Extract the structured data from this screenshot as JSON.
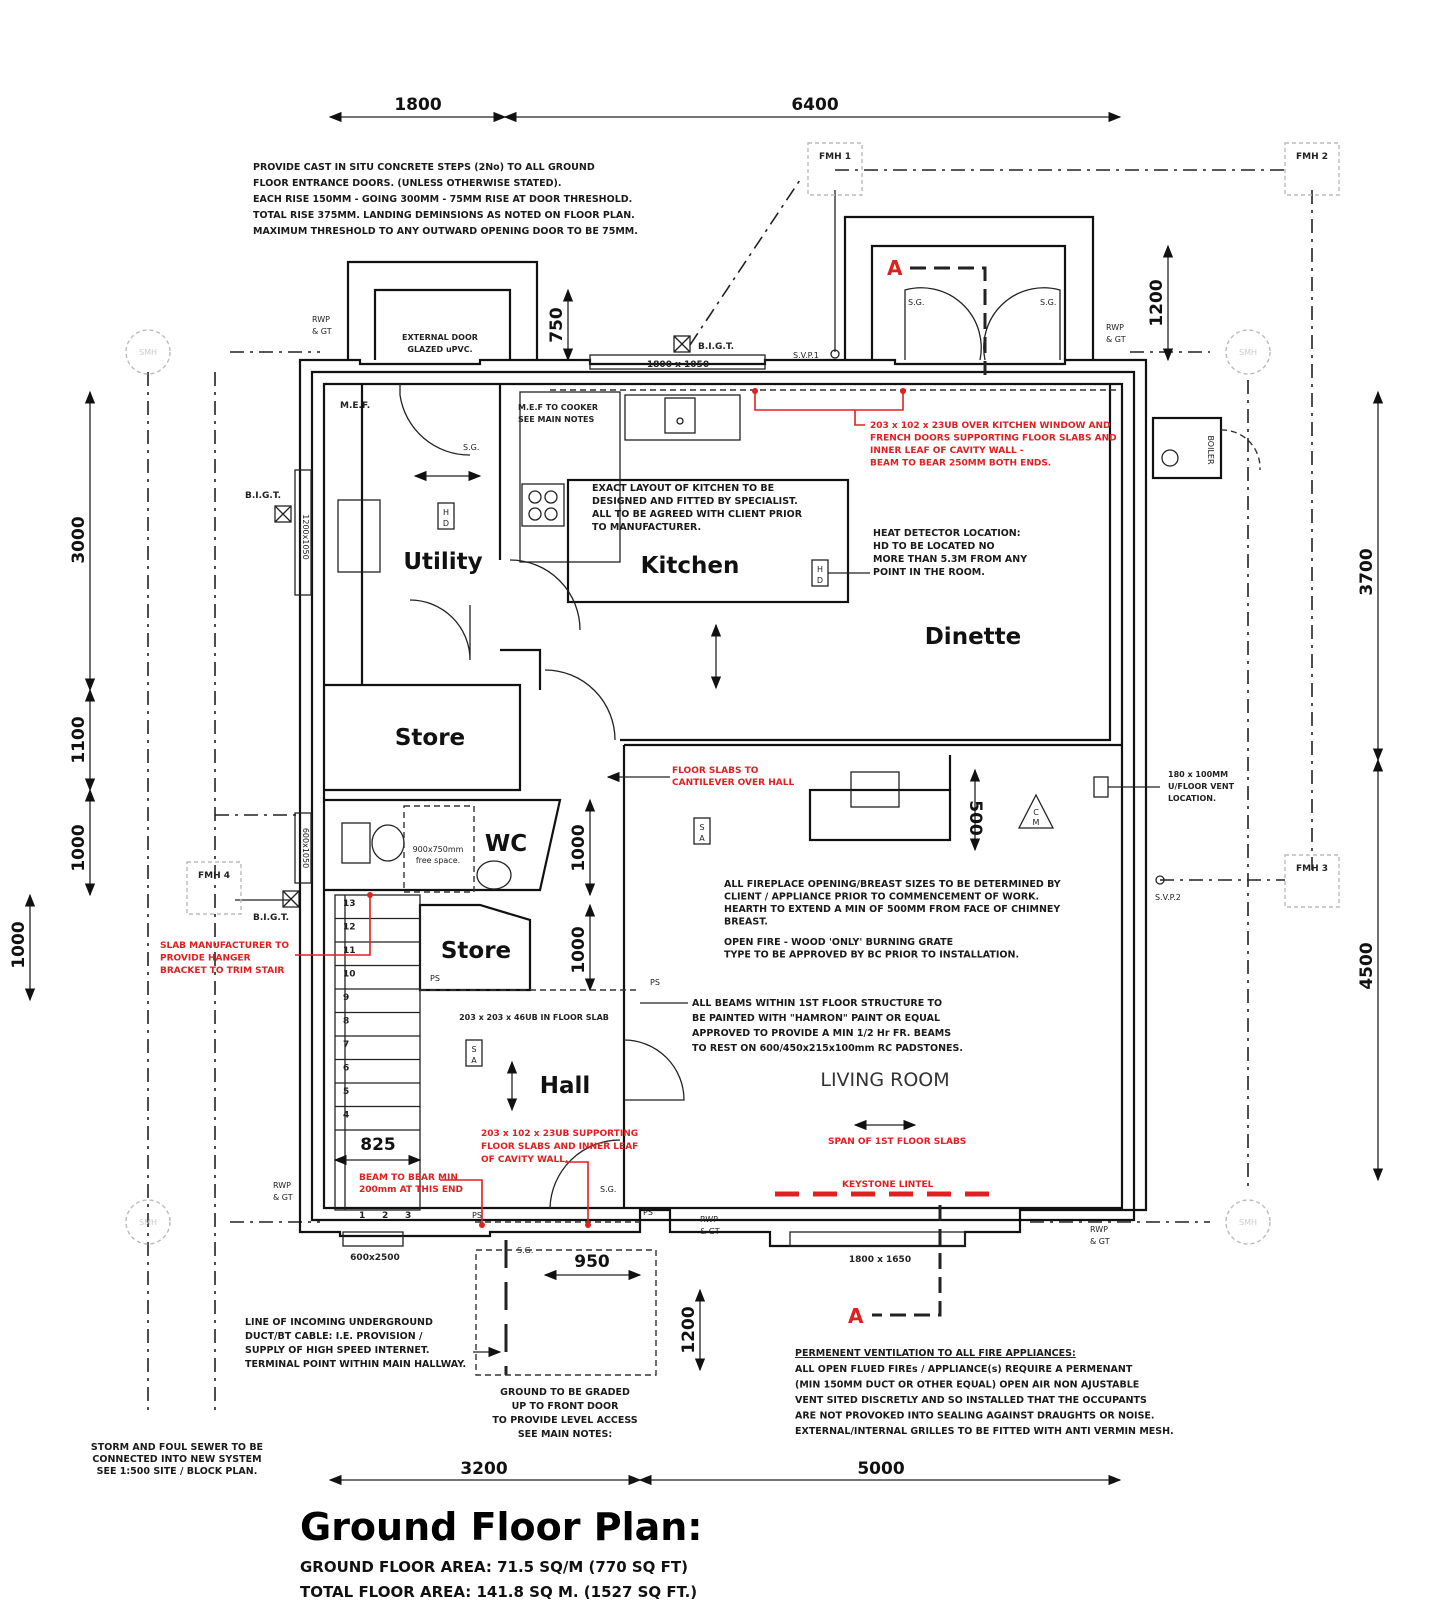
{
  "title": "Ground Floor Plan:",
  "areas": {
    "ground_floor": "GROUND FLOOR AREA: 71.5 SQ/M (770 SQ FT)",
    "total_floor": "TOTAL FLOOR AREA: 141.8 SQ M. (1527 SQ FT.)"
  },
  "rooms": {
    "utility": "Utility",
    "kitchen": "Kitchen",
    "dinette": "Dinette",
    "store_upper": "Store",
    "wc": "WC",
    "store_lower": "Store",
    "hall": "Hall",
    "living_room": "LIVING ROOM"
  },
  "dimensions": {
    "top_left": "1800",
    "top_right": "6400",
    "left_3000": "3000",
    "left_1100": "1100",
    "left_1000_inner": "1000",
    "left_1000_outer": "1000",
    "right_3700": "3700",
    "right_4500": "4500",
    "bottom_3200": "3200",
    "bottom_5000": "5000",
    "porch_750": "750",
    "french_1200": "1200",
    "wc_1000": "1000",
    "store_1000": "1000",
    "chimney_500": "500",
    "stair_825": "825",
    "door_950": "950",
    "front_1200": "1200"
  },
  "windows": {
    "kitchen": "1800 x 1050",
    "utility": "1200x1050",
    "wc": "600x1050",
    "hall": "600x2500",
    "living": "1800 x 1650"
  },
  "labels": {
    "fmh1": "FMH 1",
    "fmh2": "FMH 2",
    "fmh3": "FMH 3",
    "fmh4": "FMH 4",
    "bigt": "B.I.G.T.",
    "svp1": "S.V.P.1",
    "svp2": "S.V.P.2",
    "rwp": "RWP",
    "gt": "& GT",
    "mef": "M.E.F.",
    "sg": "S.G.",
    "ps": "PS",
    "smh": "SMH",
    "boiler": "BOILER",
    "section_a": "A",
    "hd_h": "H",
    "hd_d": "D",
    "sa_s": "S",
    "sa_a": "A",
    "cm_c": "C",
    "cm_m": "M",
    "free_space": [
      "900x750mm",
      "free space."
    ],
    "external_door": [
      "EXTERNAL DOOR",
      "GLAZED uPVC."
    ],
    "mef_cooker": [
      "M.E.F TO COOKER",
      "SEE MAIN NOTES"
    ],
    "floor_vent": [
      "180 x 100MM",
      "U/FLOOR VENT",
      "LOCATION."
    ],
    "beam_floor_slab": "203 x 203 x 46UB IN FLOOR SLAB",
    "stairs": [
      "13",
      "12",
      "11",
      "10",
      "9",
      "8",
      "7",
      "6",
      "5",
      "4",
      "3",
      "2",
      "1"
    ]
  },
  "notes": {
    "steps": [
      "PROVIDE CAST IN SITU CONCRETE STEPS (2No) TO ALL GROUND",
      "FLOOR ENTRANCE DOORS. (UNLESS OTHERWISE STATED).",
      "EACH RISE 150MM - GOING 300MM - 75MM RISE AT DOOR THRESHOLD.",
      "TOTAL RISE 375MM. LANDING DEMINSIONS AS NOTED ON FLOOR PLAN.",
      "MAXIMUM THRESHOLD TO ANY OUTWARD OPENING DOOR TO BE 75MM."
    ],
    "kitchen_layout": [
      "EXACT LAYOUT OF KITCHEN TO BE",
      "DESIGNED AND FITTED BY SPECIALIST.",
      "ALL TO BE AGREED WITH CLIENT PRIOR",
      "TO MANUFACTURER."
    ],
    "heat_detector": [
      "HEAT DETECTOR LOCATION:",
      "HD TO BE LOCATED NO",
      "MORE THAN 5.3M FROM ANY",
      "POINT IN THE ROOM."
    ],
    "fireplace": [
      "ALL FIREPLACE OPENING/BREAST SIZES TO BE DETERMINED BY",
      "CLIENT / APPLIANCE PRIOR TO COMMENCEMENT OF WORK.",
      "HEARTH TO EXTEND A MIN OF 500MM FROM FACE OF CHIMNEY",
      "BREAST."
    ],
    "open_fire": [
      "OPEN FIRE - WOOD 'ONLY' BURNING GRATE",
      "TYPE TO BE APPROVED BY BC PRIOR TO INSTALLATION."
    ],
    "beams": [
      "ALL BEAMS WITHIN 1ST FLOOR STRUCTURE TO",
      "BE PAINTED WITH \"HAMRON\" PAINT OR EQUAL",
      "APPROVED TO PROVIDE A MIN 1/2 Hr FR. BEAMS",
      "TO REST ON 600/450x215x100mm RC PADSTONES."
    ],
    "duct": [
      "LINE OF INCOMING UNDERGROUND",
      "DUCT/BT CABLE: I.E. PROVISION /",
      "SUPPLY OF HIGH SPEED INTERNET.",
      "TERMINAL POINT WITHIN MAIN HALLWAY."
    ],
    "ground_graded": [
      "GROUND TO BE GRADED",
      "UP TO FRONT DOOR",
      "TO PROVIDE LEVEL ACCESS",
      "SEE MAIN NOTES:"
    ],
    "sewer": [
      "STORM AND FOUL SEWER TO BE",
      "CONNECTED INTO NEW SYSTEM",
      "SEE 1:500 SITE / BLOCK PLAN."
    ],
    "ventilation_heading": "PERMENENT VENTILATION TO ALL FIRE APPLIANCES:",
    "ventilation": [
      "ALL OPEN FLUED FIREs / APPLIANCE(s) REQUIRE A PERMENANT",
      "(MIN 150MM DUCT OR OTHER EQUAL) OPEN AIR NON AJUSTABLE",
      "VENT SITED DISCRETLY AND SO INSTALLED THAT THE OCCUPANTS",
      "ARE NOT PROVOKED INTO SEALING AGAINST DRAUGHTS OR NOISE.",
      "EXTERNAL/INTERNAL GRILLES TO BE FITTED WITH ANTI VERMIN MESH."
    ]
  },
  "red_notes": {
    "kitchen_beam": [
      "203 x 102 x 23UB OVER KITCHEN WINDOW AND",
      "FRENCH DOORS SUPPORTING FLOOR SLABS AND",
      "INNER LEAF OF CAVITY WALL -",
      "BEAM TO BEAR 250MM BOTH ENDS."
    ],
    "cantilever": [
      "FLOOR SLABS TO",
      "CANTILEVER OVER HALL"
    ],
    "hanger": [
      "SLAB MANUFACTURER TO",
      "PROVIDE HANGER",
      "BRACKET TO TRIM STAIR"
    ],
    "beam_bear": [
      "BEAM TO BEAR MIN",
      "200mm AT THIS END"
    ],
    "hall_beam": [
      "203 x 102 x 23UB SUPPORTING",
      "FLOOR SLABS AND INNER LEAF",
      "OF CAVITY WALL."
    ],
    "span": "SPAN OF 1ST FLOOR SLABS",
    "keystone": "KEYSTONE LINTEL"
  },
  "colors": {
    "ink": "#111111",
    "annotation_red": "#e02020",
    "faint_grey": "#bbbbbb"
  }
}
